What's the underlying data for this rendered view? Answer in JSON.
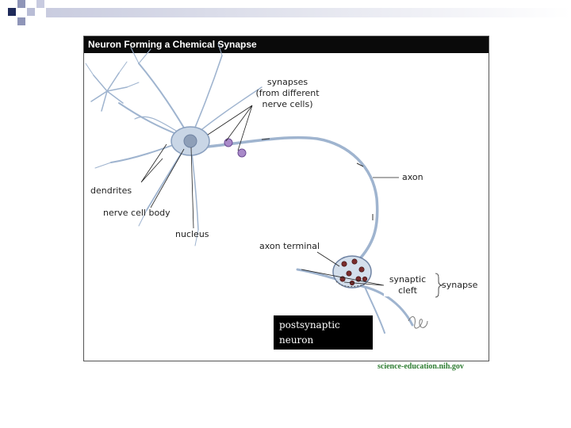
{
  "diagram": {
    "title": "Neuron Forming a Chemical Synapse",
    "labels": {
      "synapses": [
        "synapses",
        "(from different",
        "nerve cells)"
      ],
      "axon": "axon",
      "dendrites": "dendrites",
      "nerve_cell_body": "nerve cell body",
      "nucleus": "nucleus",
      "axon_terminal": "axon terminal",
      "synaptic_cleft": [
        "synaptic",
        "cleft"
      ],
      "synapse": "synapse"
    },
    "postsynaptic_neuron": [
      "postsynaptic",
      "neuron"
    ],
    "source": "science-education.nih.gov"
  },
  "colors": {
    "slide_corner": "#1f2a5a",
    "title_bar": "#0a0a0a",
    "neuron": "#9fb4cf",
    "source_text": "#2e7d32"
  }
}
